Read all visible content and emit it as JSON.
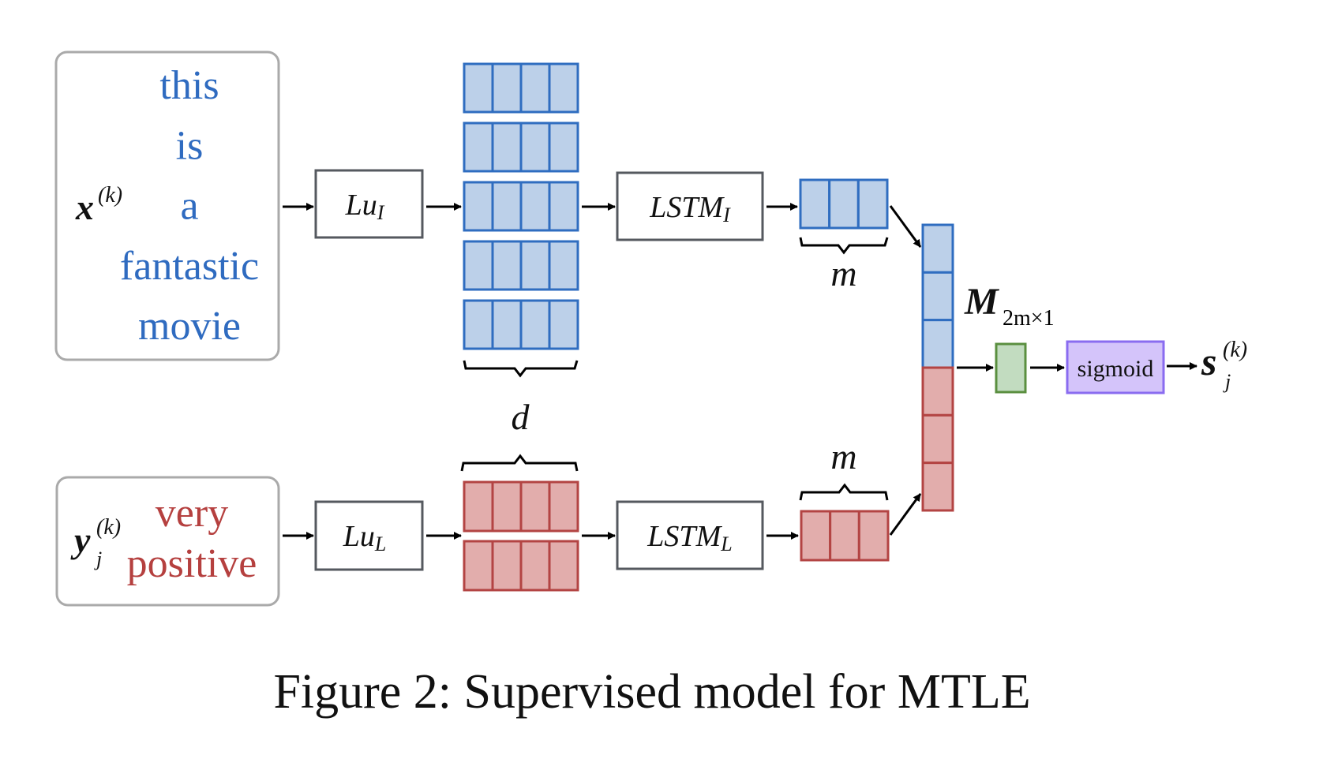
{
  "figure": {
    "caption": "Figure 2: Supervised model for MTLE",
    "input_sentence": {
      "symbol": "x",
      "superscript": "(k)",
      "words": [
        "this",
        "is",
        "a",
        "fantastic",
        "movie"
      ],
      "color": "#2f6bc0"
    },
    "input_label": {
      "symbol": "y",
      "subscript": "j",
      "superscript": "(k)",
      "words": [
        "very",
        "positive"
      ],
      "color": "#b5403f"
    },
    "lookup_sentence": {
      "label": "Lu",
      "subscript": "I"
    },
    "lookup_label": {
      "label": "Lu",
      "subscript": "L"
    },
    "lstm_sentence": {
      "label": "LSTM",
      "subscript": "I"
    },
    "lstm_label": {
      "label": "LSTM",
      "subscript": "L"
    },
    "embedding_dim_label": "d",
    "hidden_dim_label_top": "m",
    "hidden_dim_label_bottom": "m",
    "concat": {
      "symbol": "M",
      "subscript": "2m×1",
      "blue_cells": 3,
      "red_cells": 3
    },
    "sigmoid_label": "sigmoid",
    "output": {
      "symbol": "s",
      "subscript": "j",
      "superscript": "(k)"
    },
    "embedding_rows_sentence": 5,
    "embedding_rows_label": 2,
    "embedding_cells_per_row": 4,
    "hidden_cells": 3,
    "colors": {
      "blue_fill": "#bcd0e9",
      "blue_stroke": "#2f6dc0",
      "red_fill": "#e2adac",
      "red_stroke": "#b34443",
      "green_fill": "#c2dcc0",
      "green_stroke": "#5a8f3f",
      "purple_fill": "#d4c4fa",
      "purple_stroke": "#8a6cf0"
    }
  }
}
